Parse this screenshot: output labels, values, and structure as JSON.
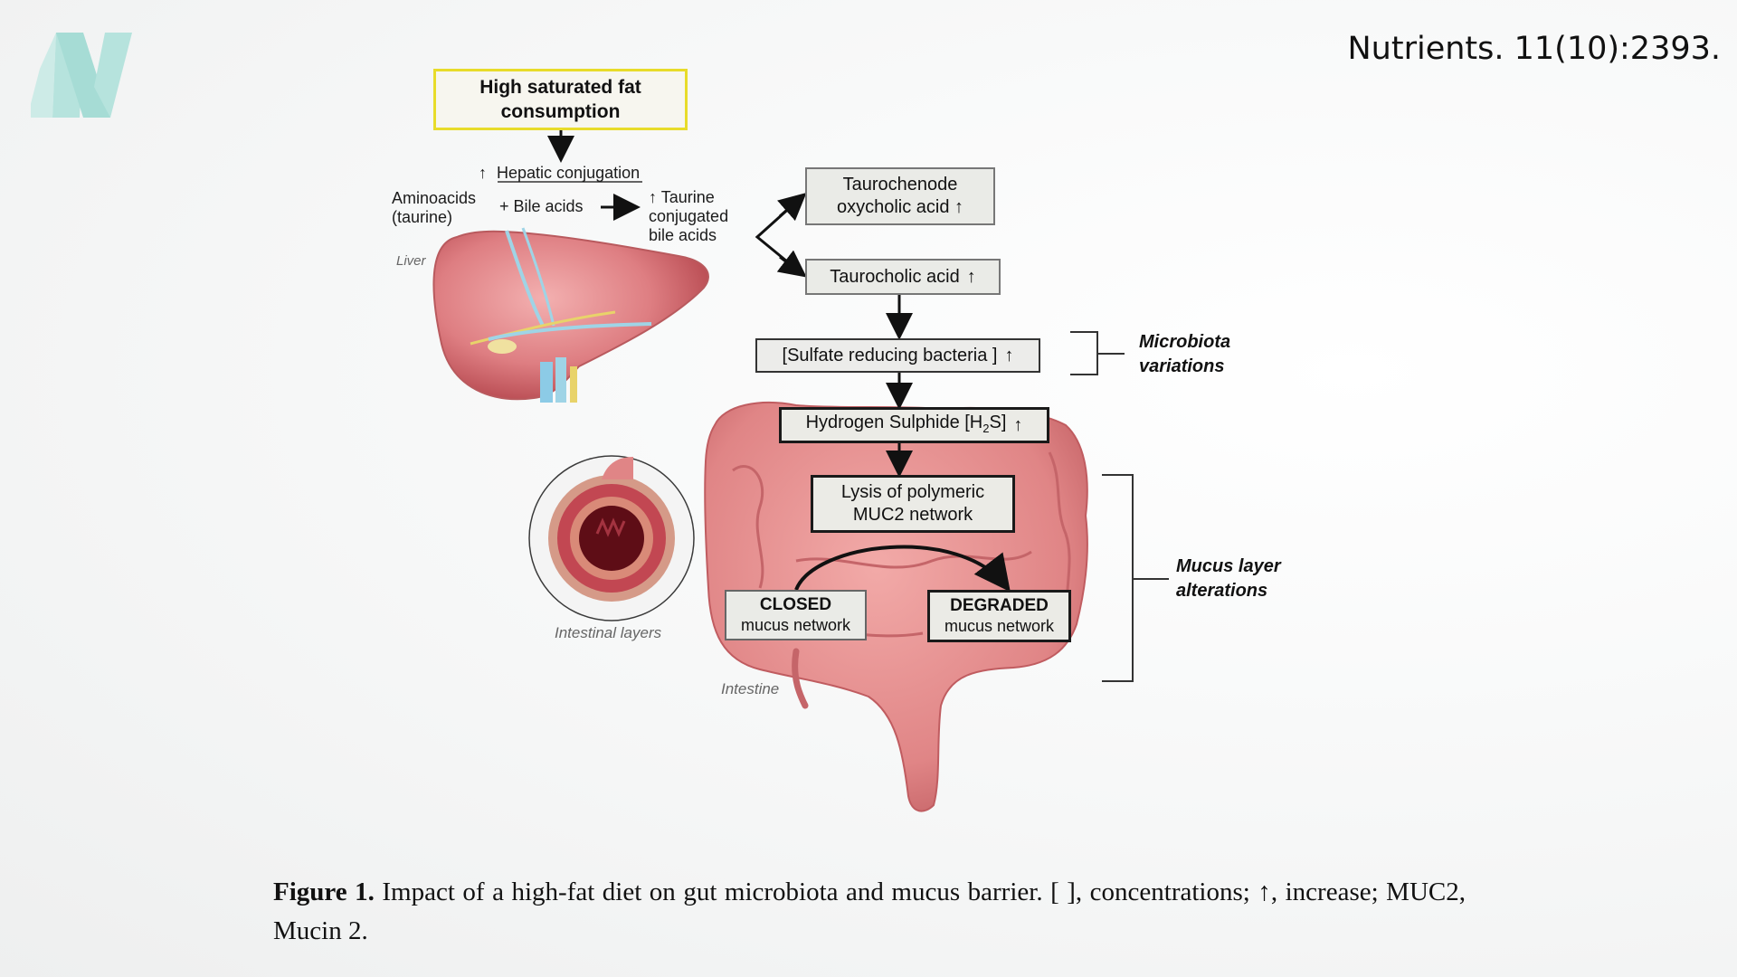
{
  "citation": "Nutrients. 11(10):2393.",
  "logo": {
    "icon": "journal-N-logo",
    "color": "#b6e3dd"
  },
  "diagram": {
    "start_box": {
      "line1": "High saturated fat",
      "line2": "consumption"
    },
    "hepatic": {
      "arrow": "↑",
      "conjugation": "Hepatic conjugation",
      "aminoacids_line1": "Aminoacids",
      "aminoacids_line2": "(taurine)",
      "bile_acids": "+ Bile acids",
      "taurine_arrow": "↑",
      "taurine_line1": "Taurine",
      "taurine_line2": "conjugated",
      "taurine_line3": "bile acids"
    },
    "liver_label": "Liver",
    "tcdca": {
      "line1": "Taurochenode",
      "line2": "oxycholic acid",
      "arrow": "↑"
    },
    "tca": {
      "label": "Taurocholic acid",
      "arrow": "↑"
    },
    "srb": {
      "label": "[Sulfate reducing bacteria ]",
      "arrow": "↑"
    },
    "h2s": {
      "pre": "Hydrogen Sulphide [H",
      "sub": "2",
      "post": "S]",
      "arrow": "↑"
    },
    "lysis": {
      "line1": "Lysis of polymeric",
      "line2": "MUC2 network"
    },
    "closed": {
      "title": "CLOSED",
      "sub": "mucus network"
    },
    "degraded": {
      "title": "DEGRADED",
      "sub": "mucus network"
    },
    "microbiota": {
      "line1": "Microbiota",
      "line2": "variations"
    },
    "mucus": {
      "line1": "Mucus layer",
      "line2": "alterations"
    },
    "intestinal_layers_label": "Intestinal layers",
    "intestine_label": "Intestine",
    "colors": {
      "yellow_border": "#e8dc2a",
      "organ_pink": "#e38a8c",
      "organ_dark": "#b9474f"
    }
  },
  "caption": {
    "label": "Figure 1.",
    "text": " Impact of a high-fat diet on gut microbiota and mucus barrier. [ ], concentrations; ↑, increase; MUC2, Mucin 2."
  }
}
